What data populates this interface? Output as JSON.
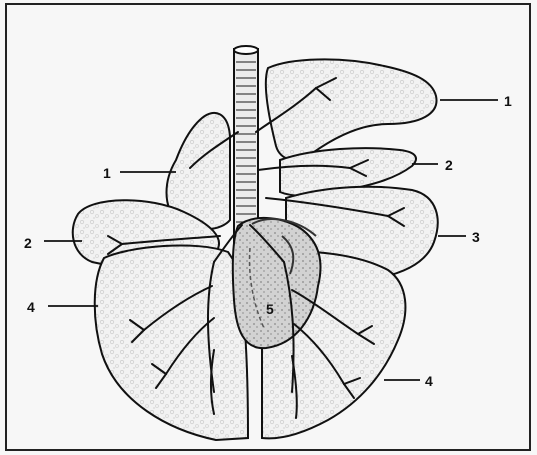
{
  "diagram": {
    "labels": {
      "right_top_1": "1",
      "left_1": "1",
      "right_2": "2",
      "left_2": "2",
      "right_3": "3",
      "left_4": "4",
      "right_4": "4",
      "center_5": "5"
    },
    "colors": {
      "background": "#f7f7f7",
      "frame": "#222222",
      "outline": "#111111",
      "texture": "#d9d9d9",
      "heart": "#b9b9b9"
    }
  }
}
